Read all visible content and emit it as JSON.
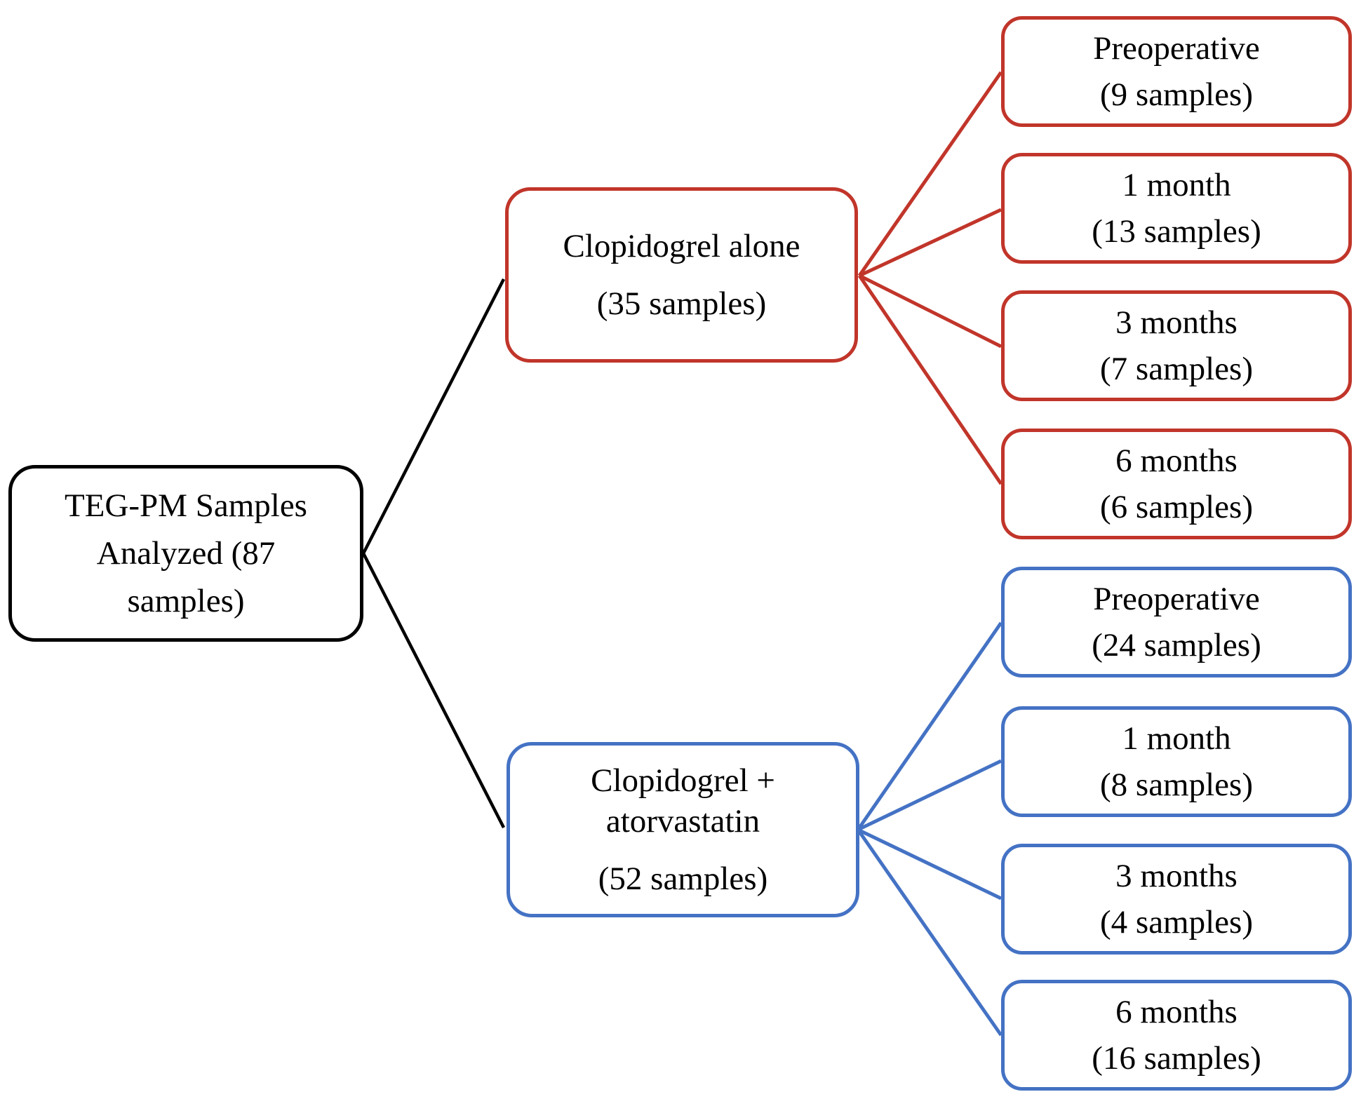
{
  "diagram": {
    "colors": {
      "black": "#000000",
      "red": "#c1352a",
      "blue": "#4472c4",
      "text": "#000000",
      "background": "#ffffff"
    },
    "root": {
      "label": "TEG-PM Samples Analyzed (87 samples)",
      "lines": [
        "TEG-PM Samples",
        "Analyzed (87",
        "samples)"
      ]
    },
    "branches": [
      {
        "id": "clopidogrel-alone",
        "color_name": "red",
        "node": {
          "label": "Clopidogrel alone (35 samples)",
          "lines": [
            "Clopidogrel alone",
            "(35 samples)"
          ]
        },
        "leaves": [
          {
            "label": "Preoperative (9 samples)",
            "lines": [
              "Preoperative",
              "(9 samples)"
            ]
          },
          {
            "label": "1 month (13 samples)",
            "lines": [
              "1 month",
              "(13 samples)"
            ]
          },
          {
            "label": "3 months (7 samples)",
            "lines": [
              "3 months",
              "(7 samples)"
            ]
          },
          {
            "label": "6 months (6 samples)",
            "lines": [
              "6 months",
              "(6 samples)"
            ]
          }
        ]
      },
      {
        "id": "clopidogrel-atorvastatin",
        "color_name": "blue",
        "node": {
          "label": "Clopidogrel + atorvastatin (52 samples)",
          "lines": [
            "Clopidogrel +",
            "atorvastatin",
            "(52 samples)"
          ]
        },
        "leaves": [
          {
            "label": "Preoperative (24 samples)",
            "lines": [
              "Preoperative",
              "(24 samples)"
            ]
          },
          {
            "label": "1 month (8 samples)",
            "lines": [
              "1 month",
              "(8 samples)"
            ]
          },
          {
            "label": "3 months (4 samples)",
            "lines": [
              "3 months",
              "(4 samples)"
            ]
          },
          {
            "label": "6 months (16 samples)",
            "lines": [
              "6 months",
              "(16 samples)"
            ]
          }
        ]
      }
    ]
  }
}
